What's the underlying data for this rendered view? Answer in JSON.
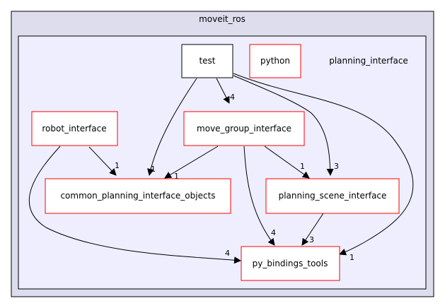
{
  "outer_cluster": {
    "label": "moveit_ros"
  },
  "inner_cluster": {
    "label": "planning_interface"
  },
  "nodes": {
    "test": "test",
    "python": "python",
    "robot_interface": "robot_interface",
    "move_group_interface": "move_group_interface",
    "common_planning_interface_objects": "common_planning_interface_objects",
    "planning_scene_interface": "planning_scene_interface",
    "py_bindings_tools": "py_bindings_tools"
  },
  "edges": {
    "test_to_move_group_interface": "4",
    "test_to_common_planning_interface_objects": "1",
    "test_to_planning_scene_interface": "3",
    "test_to_py_bindings_tools": "1",
    "robot_interface_to_common_planning_interface_objects": "1",
    "robot_interface_to_py_bindings_tools": "4",
    "move_group_interface_to_common_planning_interface_objects": "1",
    "move_group_interface_to_planning_scene_interface": "1",
    "move_group_interface_to_py_bindings_tools": "4",
    "planning_scene_interface_to_py_bindings_tools": "3"
  },
  "colors": {
    "outer_fill": "#ddddee",
    "inner_fill": "#eeeeff",
    "node_border": "#ff0000",
    "highlight_border": "#000000",
    "edge": "#000000"
  }
}
